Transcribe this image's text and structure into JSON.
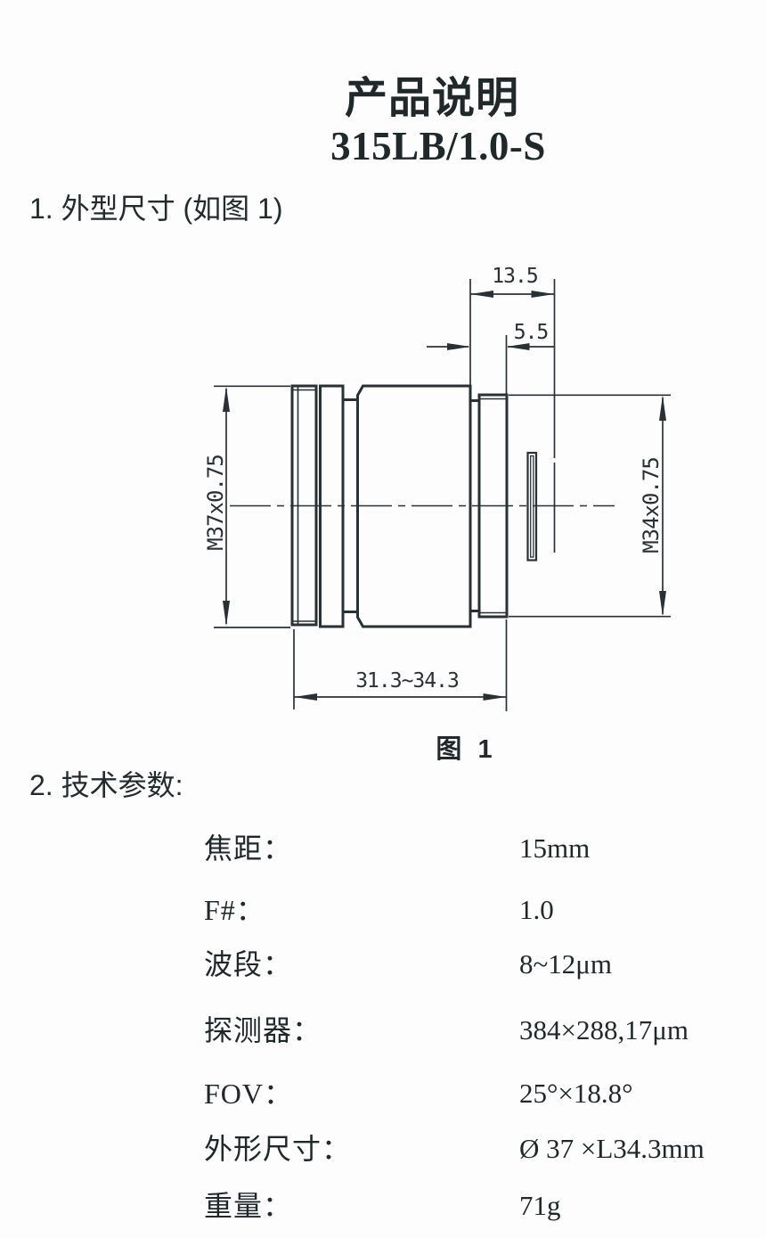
{
  "document": {
    "title": "产品说明",
    "model": "315LB/1.0-S"
  },
  "sections": [
    {
      "heading": "1. 外型尺寸 (如图 1)"
    },
    {
      "heading": "2. 技术参数:"
    }
  ],
  "figure": {
    "caption": "图 1",
    "dimensions": {
      "back_length": "13.5",
      "flange_width": "5.5",
      "front_thread": "M37x0.75",
      "rear_thread": "M34x0.75",
      "body_length": "31.3~34.3"
    }
  },
  "parameters": [
    {
      "label": "焦距：",
      "value": "15mm"
    },
    {
      "label": "F#：",
      "value": "1.0"
    },
    {
      "label": "波段：",
      "value": "8~12μm"
    },
    {
      "label": "探测器：",
      "value": "384×288,17μm"
    },
    {
      "label": "FOV：",
      "value": "25°×18.8°"
    },
    {
      "label": "外形尺寸：",
      "value": "Ø 37 ×L34.3mm"
    },
    {
      "label": "重量：",
      "value": "71g"
    }
  ],
  "colors": {
    "text": "#20282a",
    "drawing_line": "#2a3134",
    "background": "#fdfdfd"
  }
}
